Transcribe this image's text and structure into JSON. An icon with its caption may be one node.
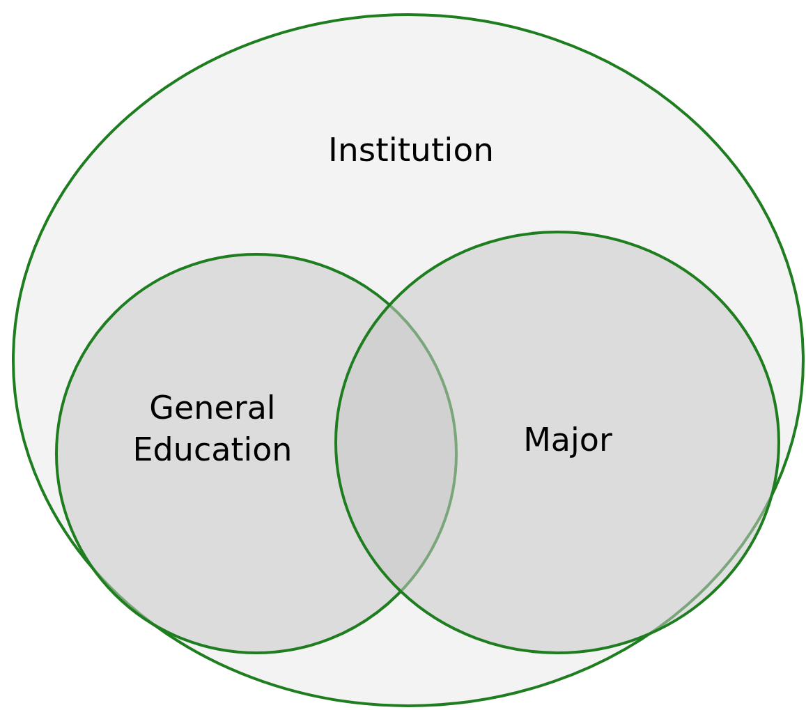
{
  "diagram": {
    "nodes": [
      {
        "text": [
          "Institution"
        ]
      },
      {
        "text": [
          "General Education"
        ],
        "in": 0
      },
      {
        "text": [
          "Major"
        ],
        "in": 0
      }
    ],
    "edges": []
  }
}
